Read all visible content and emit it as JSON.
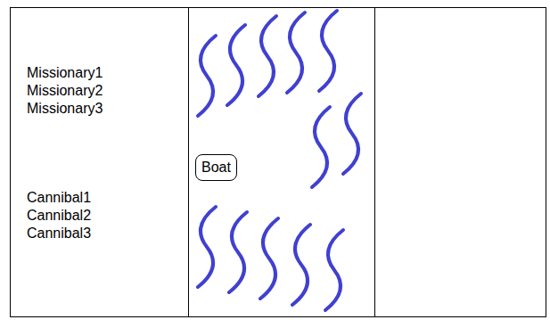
{
  "diagram": {
    "nodes": [
      {
        "text": [
          "Missionary1",
          "Missionary2",
          "Missionary3",
          "Cannibal1",
          "Cannibal2",
          "Cannibal3"
        ]
      },
      {
        "text": [
          "Boat"
        ]
      }
    ]
  }
}
